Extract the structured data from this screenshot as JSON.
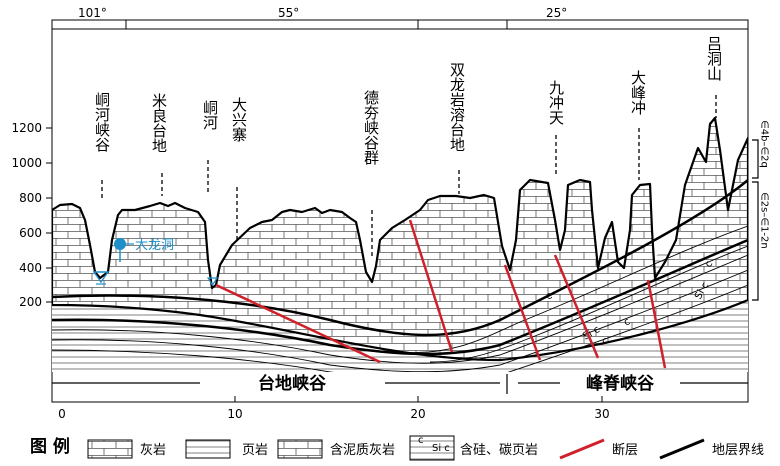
{
  "bearings": [
    "101°",
    "55°",
    "25°"
  ],
  "y_axis": {
    "ticks": [
      "200",
      "400",
      "600",
      "800",
      "1000",
      "1200"
    ]
  },
  "x_axis": {
    "ticks": [
      "0",
      "10",
      "20",
      "30"
    ]
  },
  "place_labels": [
    {
      "id": "tongheyagu",
      "text": "峒河峡谷"
    },
    {
      "id": "miliangtaidi",
      "text": "米良台地"
    },
    {
      "id": "tonghe",
      "text": "峒河"
    },
    {
      "id": "daxingzhai",
      "text": "大兴寨"
    },
    {
      "id": "dekuaxiaguqun",
      "text": "德夯峡谷群"
    },
    {
      "id": "shuanglongyan",
      "text": "双龙岩溶台地"
    },
    {
      "id": "jiuchongtian",
      "text": "九冲天"
    },
    {
      "id": "dafengchong",
      "text": "大峰冲"
    },
    {
      "id": "lvdongshan",
      "text": "吕洞山"
    }
  ],
  "cave_label": "大龙洞",
  "stratum_labels": {
    "upper": "∈4b–∈2q",
    "lower": "∈2s–∈1-2n"
  },
  "si_c_label": "Si c",
  "c_label": "c",
  "zones": {
    "left": "台地峡谷",
    "right": "峰脊峡谷"
  },
  "legend": {
    "title": "图 例",
    "items": [
      {
        "label": "灰岩"
      },
      {
        "label": "页岩"
      },
      {
        "label": "含泥质灰岩"
      },
      {
        "label": "含硅、碳页岩"
      },
      {
        "label": "断层"
      },
      {
        "label": "地层界线"
      }
    ]
  },
  "colors": {
    "fault": "#d0202a",
    "cave": "#1f8fc9",
    "ink": "#000000"
  }
}
